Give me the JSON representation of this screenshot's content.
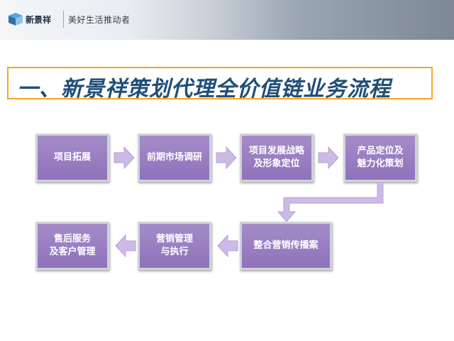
{
  "header": {
    "logo_text": "新景祥",
    "slogan": "美好生活推动者"
  },
  "title": "一、新景祥策划代理全价值链业务流程",
  "flow": {
    "steps": [
      {
        "label": "项目拓展"
      },
      {
        "label": "前期市场调研"
      },
      {
        "label": "项目发展战略\n及形象定位"
      },
      {
        "label": "产品定位及\n魅力化策划"
      },
      {
        "label": "整合营销传播案"
      },
      {
        "label": "营销管理\n与执行"
      },
      {
        "label": "售后服务\n及客户管理"
      }
    ]
  },
  "colors": {
    "box_fill": "#9a80c2",
    "box_border": "#cfd3da",
    "arrow_fill": "#cdb9e6",
    "title_text": "#1f4e79",
    "title_border": "#f5a623"
  }
}
